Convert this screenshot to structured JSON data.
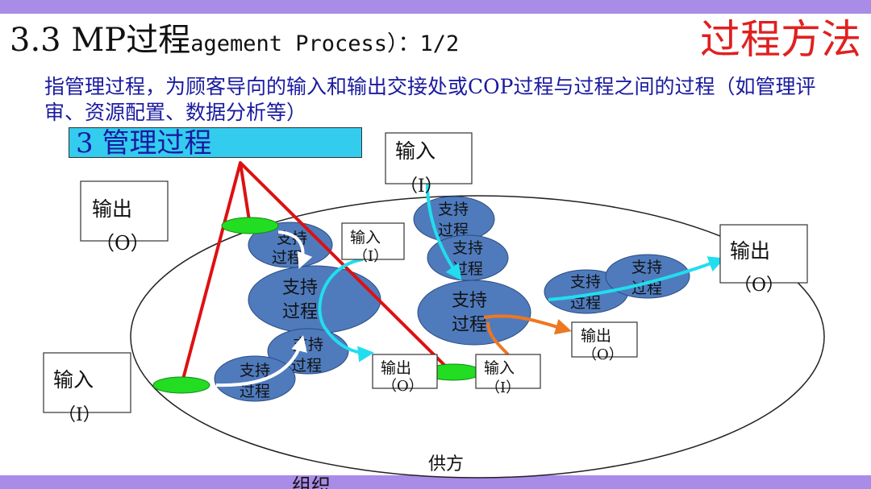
{
  "title": {
    "main": "3.3 MP过程",
    "sub": "agement Process）：1/2"
  },
  "corner_label": "过程方法",
  "description": "指管理过程，为顾客导向的输入和输出交接处或COP过程与过程之间的过程（如管理评审、资源配置、数据分析等）",
  "banner": "3  管理过程",
  "labels": {
    "input": "输入",
    "output": "输出",
    "input_code": "（I）",
    "output_code": "（O）",
    "support_a": "支持",
    "support_b": "过程",
    "supplier": "供方",
    "organization": "组织"
  },
  "colors": {
    "bar": "#a98be8",
    "bubble": "#4f7bbd",
    "node": "#22dd22",
    "management_line": "#dd1111",
    "cyan_arrow": "#22ddee",
    "orange_arrow": "#ee7722",
    "title_text": "#1a1aa0",
    "corner_text": "#e02020"
  }
}
